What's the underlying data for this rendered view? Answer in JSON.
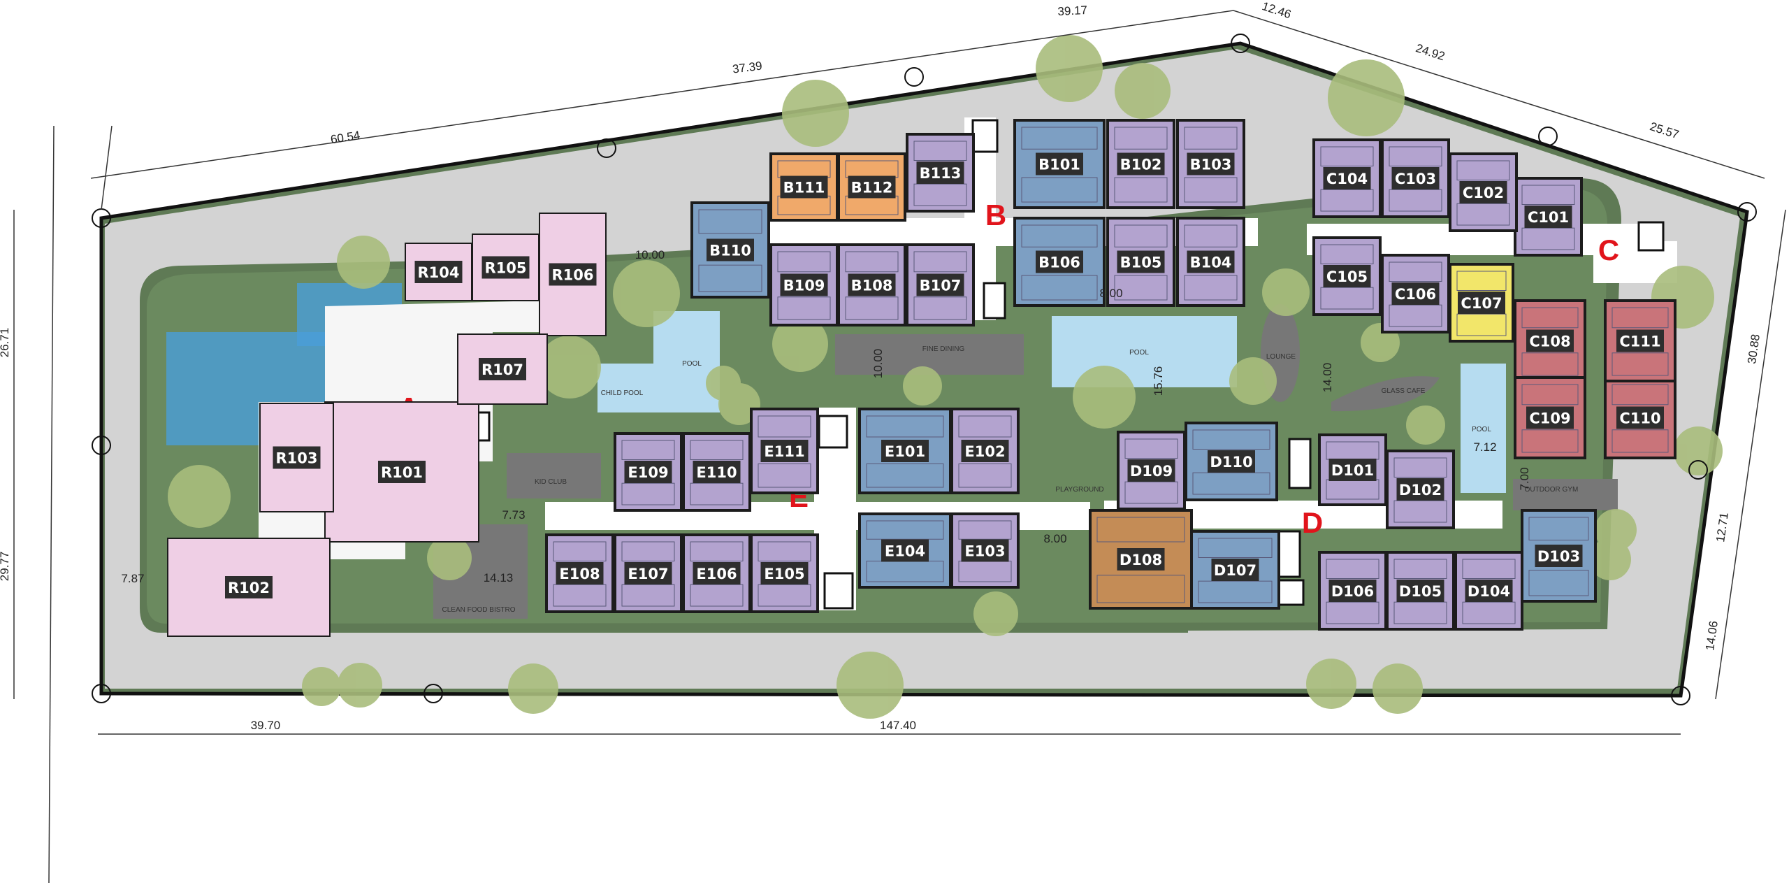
{
  "block_letters": [
    "A",
    "B",
    "C",
    "D",
    "E"
  ],
  "units": {
    "A": [
      "R101",
      "R102",
      "R103",
      "R104",
      "R105",
      "R106",
      "R107"
    ],
    "B": [
      "B101",
      "B102",
      "B103",
      "B104",
      "B105",
      "B106",
      "B107",
      "B108",
      "B109",
      "B110",
      "B111",
      "B112",
      "B113"
    ],
    "C": [
      "C101",
      "C102",
      "C103",
      "C104",
      "C105",
      "C106",
      "C107",
      "C108",
      "C109",
      "C110",
      "C111"
    ],
    "D": [
      "D101",
      "D102",
      "D103",
      "D104",
      "D105",
      "D106",
      "D107",
      "D108",
      "D109",
      "D110"
    ],
    "E": [
      "E101",
      "E102",
      "E103",
      "E104",
      "E105",
      "E106",
      "E107",
      "E108",
      "E109",
      "E110",
      "E111"
    ]
  },
  "amenities": [
    "POOL",
    "CHILD POOL",
    "POOL",
    "POOL",
    "FINE DINING",
    "LOUNGE",
    "GLASS CAFE",
    "PLAYGROUND",
    "KID CLUB",
    "CLEAN FOOD BISTRO",
    "OUTDOOR GYM"
  ],
  "dimensions": {
    "top": [
      "60.54",
      "37.39",
      "39.17",
      "12.46",
      "24.92",
      "25.57"
    ],
    "left": [
      "26.71",
      "29.77"
    ],
    "right": [
      "30.88",
      "12.71",
      "14.06"
    ],
    "bottom": [
      "39.70",
      "147.40"
    ],
    "internal": [
      "10.00",
      "10.00",
      "8.00",
      "15.76",
      "14.00",
      "7.12",
      "7.73",
      "14.13",
      "7.87",
      "8.00",
      "7.00"
    ]
  },
  "colors": {
    "site": "#5f7a55",
    "road": "#d3d3d3",
    "unit_lilac": "#b3a3cf",
    "unit_blue": "#7d9fc3",
    "unit_orange": "#f0a96a",
    "unit_yellow": "#f2e66a",
    "unit_red": "#c9747a",
    "unit_brown": "#c48c56",
    "clubhouse_pink": "#efcfe5",
    "pool": "#b6dcf0",
    "label_bg": "#2e2e2e",
    "block_letter": "#e1141b"
  }
}
